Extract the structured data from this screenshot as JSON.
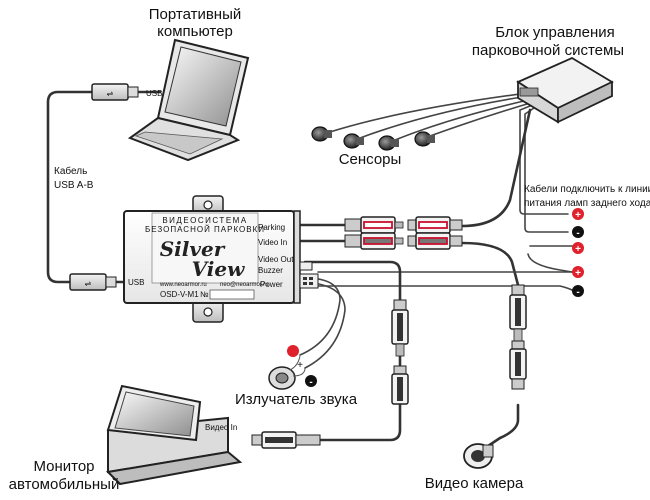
{
  "labels": {
    "laptop": [
      "Портативный",
      "компьютер"
    ],
    "usb_laptop": "USB",
    "cable": [
      "Кабель",
      "USB A-B"
    ],
    "parking_unit": [
      "Блок управления",
      "парковочной системы"
    ],
    "sensors": "Сенсоры",
    "power_note": [
      "Кабели подключить к линии",
      "питания ламп заднего хода"
    ],
    "buzzer": "Излучатель звука",
    "monitor": [
      "Монитор",
      "автомобильный"
    ],
    "monitor_video_in": "Видео In",
    "camera": "Видео камера"
  },
  "device": {
    "header": [
      "ВИДЕОСИСТЕМА",
      "БЕЗОПАСНОЙ ПАРКОВКИ"
    ],
    "brand": [
      "Silver",
      "View"
    ],
    "site_left": "www.neoarmor.ru",
    "site_right": "neo@neoarmor.ru",
    "model": "OSD-V-M1",
    "serial_label": "№",
    "usb": "USB",
    "ports": [
      "Parking",
      "Video In",
      "Video Out",
      "Buzzer",
      "Power"
    ]
  },
  "polarity": {
    "plus": "+",
    "minus": "-"
  },
  "colors": {
    "plus_marker": "#e0202a",
    "minus_marker": "#111111",
    "cable": "#333333",
    "red_ring": "#c8102e"
  }
}
